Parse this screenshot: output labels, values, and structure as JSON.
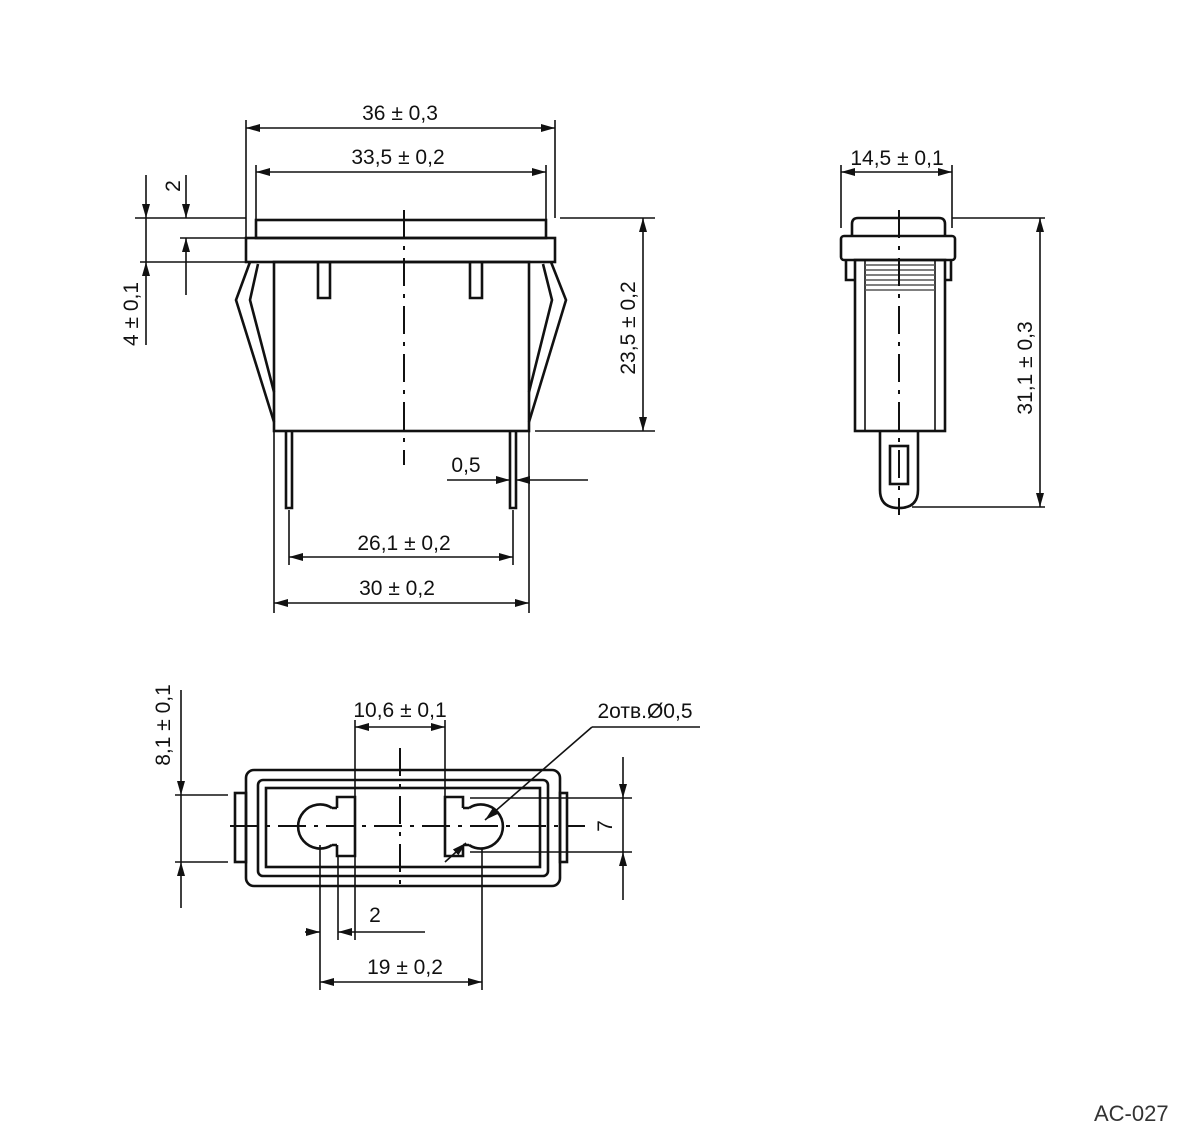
{
  "drawing_code": "AC-027",
  "front_view": {
    "width_overall": "36 ± 0,3",
    "width_cap": "33,5 ± 0,2",
    "cap_height": "2",
    "flange_height": "4 ± 0,1",
    "body_height": "23,5 ± 0,2",
    "pin_thickness": "0,5",
    "pin_spacing": "26,1 ± 0,2",
    "body_width": "30 ± 0,2"
  },
  "side_view": {
    "width": "14,5 ± 0,1",
    "height_overall": "31,1 ± 0,3"
  },
  "bottom_view": {
    "height": "8,1 ± 0,1",
    "slot_spacing": "10,6 ± 0,1",
    "holes_note": "2отв.Ø0,5",
    "inner_height": "7",
    "slot_width": "2",
    "hole_spacing": "19 ± 0,2"
  }
}
